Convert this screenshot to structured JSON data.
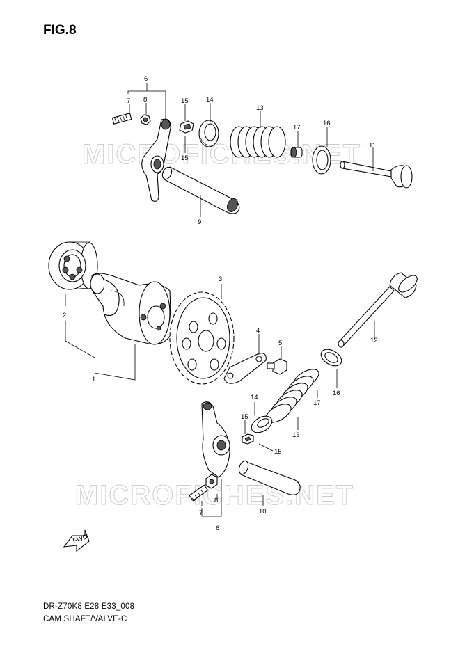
{
  "figure": {
    "title": "FIG.8",
    "code": "DR-Z70K8 E28 E33_008",
    "name": "CAM SHAFT/VALVE-C",
    "watermark": "MICROFICHES.NET",
    "fwd_label": "FWD"
  },
  "callouts": {
    "p1": "1",
    "p2": "2",
    "p3": "3",
    "p4": "4",
    "p5": "5",
    "p6a": "6",
    "p6b": "6",
    "p7a": "7",
    "p7b": "7",
    "p8a": "8",
    "p8b": "8",
    "p9": "9",
    "p10": "10",
    "p11": "11",
    "p12": "12",
    "p13a": "13",
    "p13b": "13",
    "p14a": "14",
    "p14b": "14",
    "p15a": "15",
    "p15b": "15",
    "p15c": "15",
    "p15d": "15",
    "p16a": "16",
    "p16b": "16",
    "p17a": "17",
    "p17b": "17"
  }
}
